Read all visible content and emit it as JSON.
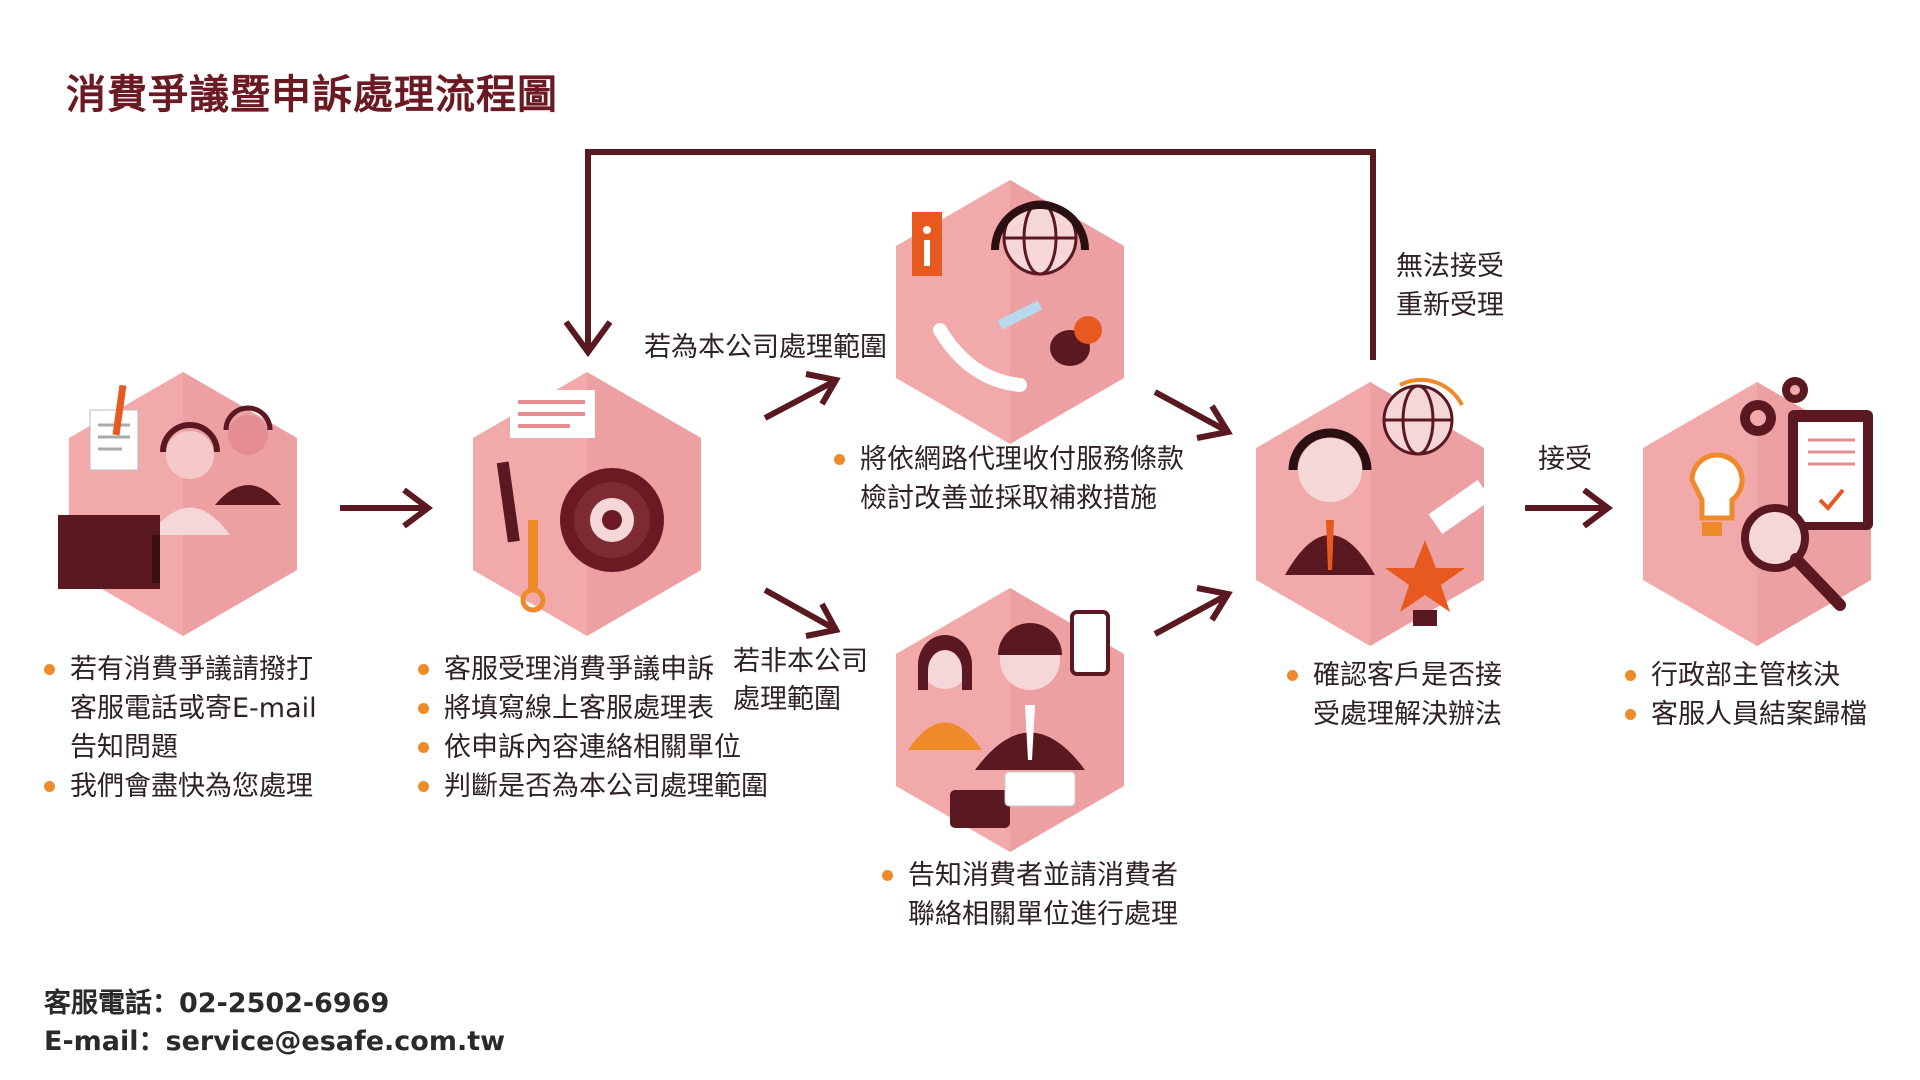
{
  "title": "消費爭議暨申訴處理流程圖",
  "colors": {
    "hex_fill": "#f2a9a9",
    "hex_inner": "#e48e92",
    "maroon": "#6b1a24",
    "arrow": "#5a1820",
    "bullet": "#ef8a2a",
    "orange": "#e8591f"
  },
  "steps": {
    "s1": {
      "icon": "customer-service-agents-laptop",
      "item1_line1": "若有消費爭議請撥打",
      "item1_line2": "客服電話或寄E-mail",
      "item1_line3": "告知問題",
      "item2": "我們會盡快為您處理"
    },
    "s2": {
      "icon": "document-wrench-gear",
      "items": [
        "客服受理消費爭議申訴",
        "將填寫線上客服處理表",
        "依申訴內容連絡相關單位",
        "判斷是否為本公司處理範圍"
      ]
    },
    "s3": {
      "icon": "headset-globe-phone",
      "line1": "將依網路代理收付服務條款",
      "line2": "檢討改善並採取補救措施"
    },
    "s4": {
      "icon": "consumer-couple-wallet",
      "line1": "告知消費者並請消費者",
      "line2": "聯絡相關單位進行處理"
    },
    "s5": {
      "icon": "agent-handshake-trophy",
      "line1": "確認客戶是否接",
      "line2": "受處理解決辦法"
    },
    "s6": {
      "icon": "lightbulb-clipboard-magnifier",
      "items": [
        "行政部主管核決",
        "客服人員結案歸檔"
      ]
    }
  },
  "labels": {
    "in_scope": "若為本公司處理範圍",
    "out_scope_1": "若非本公司",
    "out_scope_2": "處理範圍",
    "reject_1": "無法接受",
    "reject_2": "重新受理",
    "accept": "接受"
  },
  "contact": {
    "phone": "客服電話：02-2502-6969",
    "email": "E-mail：service@esafe.com.tw"
  }
}
